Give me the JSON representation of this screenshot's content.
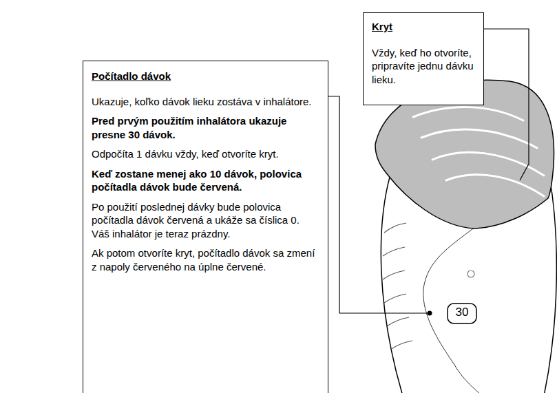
{
  "diagram": {
    "nodes": [
      {
        "text": [
          "Kryt",
          "Vždy, keď ho otvoríte, pripravíte jednu dávku lieku."
        ]
      },
      {
        "text": [
          "Počítadlo dávok",
          "Ukazuje, koľko dávok lieku zostáva v inhalátore.",
          "Pred prvým použitím inhalátora ukazuje presne 30 dávok.",
          "Odpočíta 1 dávku vždy, keď otvoríte kryt.",
          "Keď zostane menej ako 10 dávok, polovica počítadla dávok bude červená.",
          "Po použití poslednej dávky bude polovica počítadla dávok červená a ukáže sa číslica 0. Váš inhalátor je teraz prázdny.",
          "Ak potom otvoríte kryt, počítadlo dávok sa zmení z napoly červeného na úplne červené."
        ]
      }
    ],
    "labels": [
      "30"
    ]
  }
}
